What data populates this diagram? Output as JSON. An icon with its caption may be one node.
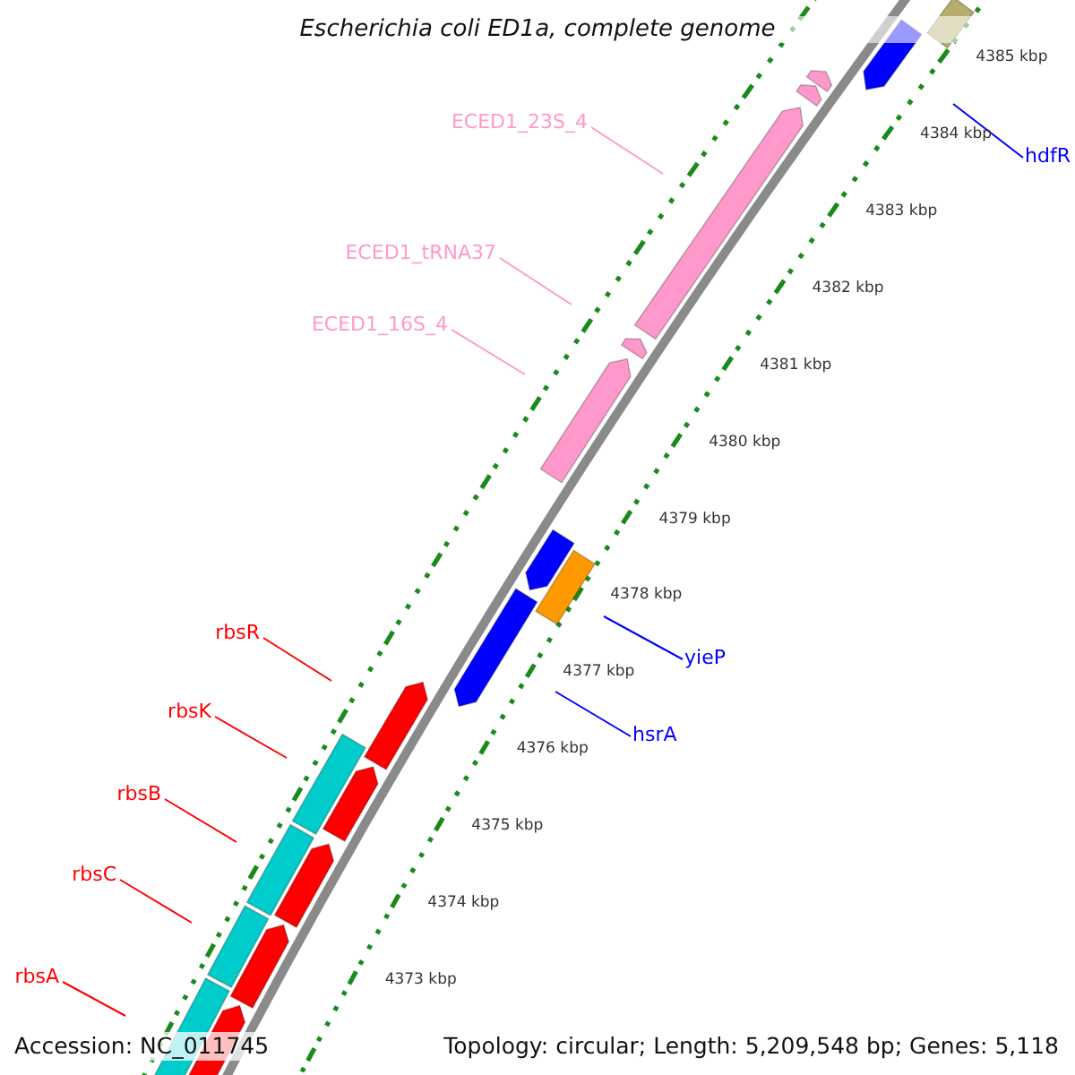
{
  "diagram": {
    "title": "Escherichia coli ED1a, complete genome",
    "nodes": [
      {
        "text": [
          "ECED1_23S_4"
        ]
      },
      {
        "text": [
          "hdfR"
        ]
      },
      {
        "text": [
          "ECED1_tRNA37"
        ]
      },
      {
        "text": [
          "ECED1_16S_4"
        ]
      },
      {
        "text": [
          "rbsR"
        ]
      },
      {
        "text": [
          "yieP"
        ]
      },
      {
        "text": [
          "rbsK"
        ]
      },
      {
        "text": [
          "hsrA"
        ]
      },
      {
        "text": [
          "rbsB"
        ]
      },
      {
        "text": [
          "rbsC"
        ]
      },
      {
        "text": [
          "rbsA"
        ]
      }
    ],
    "edges": [
      {
        "from": 0,
        "to": null,
        "arrow": "none",
        "color": "#ff99cc"
      },
      {
        "from": 1,
        "to": null,
        "arrow": "none",
        "color": "#0000ff"
      },
      {
        "from": 2,
        "to": null,
        "arrow": "none",
        "color": "#ff99cc"
      },
      {
        "from": 3,
        "to": null,
        "arrow": "none",
        "color": "#ff99cc"
      },
      {
        "from": 4,
        "to": null,
        "arrow": "none"
      },
      {
        "from": 5,
        "to": null,
        "arrow": "none",
        "color": "#0000ff"
      },
      {
        "from": 6,
        "to": null,
        "arrow": "none"
      },
      {
        "from": 7,
        "to": null,
        "arrow": "none",
        "color": "#0000ff"
      },
      {
        "from": 8,
        "to": null,
        "arrow": "none"
      },
      {
        "from": 9,
        "to": null,
        "arrow": "none"
      },
      {
        "from": 10,
        "to": null,
        "arrow": "none"
      }
    ],
    "labels": [
      "4385 kbp",
      "4384 kbp",
      "4383 kbp",
      "4382 kbp",
      "4381 kbp",
      "4380 kbp",
      "4379 kbp",
      "4378 kbp",
      "4377 kbp",
      "4376 kbp",
      "4375 kbp",
      "4374 kbp",
      "4373 kbp",
      "Accession: NC_011745",
      "Topology: circular; Length: 5,209,548 bp; Genes: 5,118"
    ]
  }
}
